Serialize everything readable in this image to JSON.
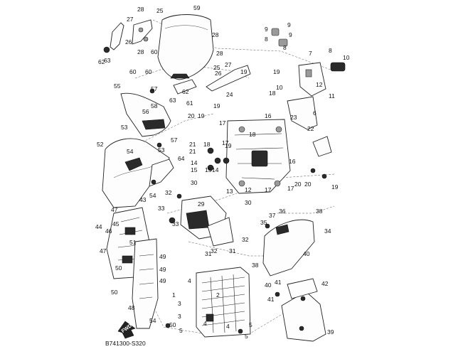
{
  "diagram": {
    "code": "B741300-S320",
    "fwd_label": "FWD",
    "labels": [
      "28",
      "25",
      "27",
      "26",
      "28",
      "60",
      "59",
      "28",
      "62",
      "63",
      "28",
      "60",
      "60",
      "9",
      "9",
      "8",
      "8",
      "9",
      "7",
      "8",
      "10",
      "55",
      "57",
      "58",
      "56",
      "53",
      "27",
      "26",
      "25",
      "24",
      "19",
      "10",
      "19",
      "18",
      "11",
      "6",
      "12",
      "61",
      "63",
      "62",
      "20",
      "19",
      "19",
      "17",
      "16",
      "23",
      "22",
      "17",
      "18",
      "21",
      "18",
      "54",
      "52",
      "53",
      "57",
      "14",
      "15",
      "15",
      "14",
      "21",
      "19",
      "13",
      "12",
      "17",
      "16",
      "17",
      "20",
      "20",
      "19",
      "64",
      "54",
      "32",
      "30",
      "29",
      "33",
      "31",
      "47",
      "43",
      "44",
      "46",
      "45",
      "47",
      "51",
      "49",
      "49",
      "50",
      "50",
      "50",
      "48",
      "49",
      "33",
      "30",
      "32",
      "31",
      "32",
      "35",
      "37",
      "36",
      "38",
      "34",
      "38",
      "40",
      "42",
      "41",
      "40",
      "41",
      "39",
      "4",
      "1",
      "3",
      "3",
      "5",
      "2",
      "4",
      "5",
      "5",
      "4",
      "54"
    ]
  }
}
